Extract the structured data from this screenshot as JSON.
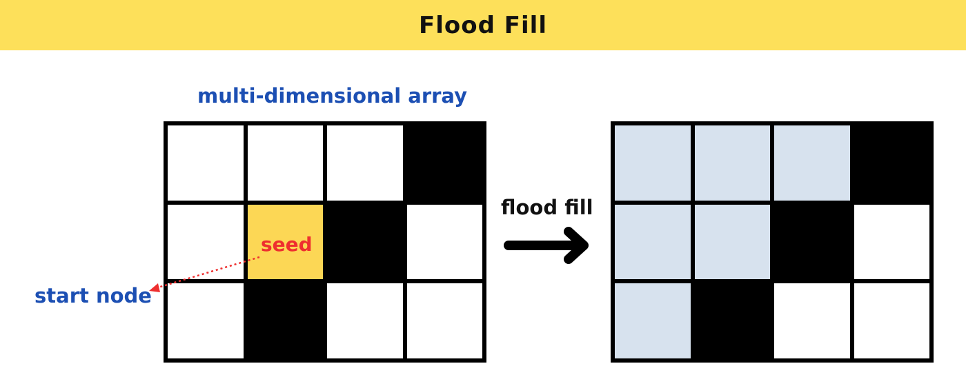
{
  "header": {
    "title": "Flood Fill"
  },
  "labels": {
    "array_caption": "multi-dimensional array",
    "flood_fill": "flood fill",
    "seed": "seed",
    "start_node": "start node"
  },
  "colors": {
    "banner": "#fde05a",
    "seed_cell": "#fcd755",
    "filled_cell": "#d7e2ee",
    "wall": "#000000",
    "open": "#ffffff",
    "blue_text": "#1c4fb3",
    "red_text": "#ee2f2f"
  },
  "grids": {
    "before": {
      "rows": [
        [
          "open",
          "open",
          "open",
          "wall"
        ],
        [
          "open",
          "seed",
          "wall",
          "open"
        ],
        [
          "open",
          "wall",
          "open",
          "open"
        ]
      ]
    },
    "after": {
      "rows": [
        [
          "filled",
          "filled",
          "filled",
          "wall"
        ],
        [
          "filled",
          "filled",
          "wall",
          "open"
        ],
        [
          "filled",
          "wall",
          "open",
          "open"
        ]
      ]
    }
  },
  "icons": {
    "arrow": "right-arrow-icon",
    "pointer": "dotted-arrow-icon"
  }
}
